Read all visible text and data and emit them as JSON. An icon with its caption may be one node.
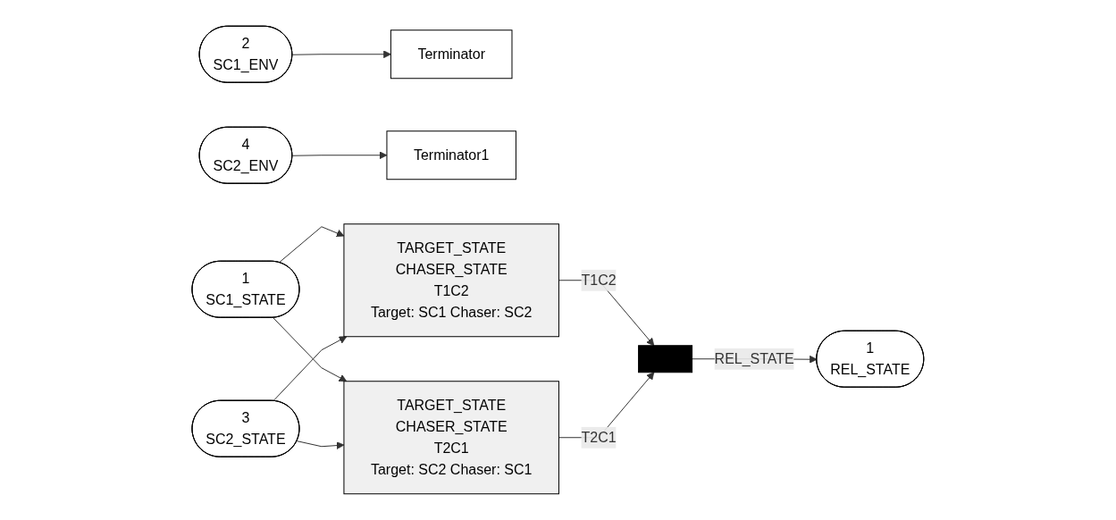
{
  "diagram": {
    "nodes": [
      {
        "text": [
          "1",
          "SC1_STATE"
        ]
      },
      {
        "text": [
          "3",
          "SC2_STATE"
        ]
      },
      {
        "text": [
          "2",
          "SC1_ENV"
        ]
      },
      {
        "text": [
          "4",
          "SC2_ENV"
        ]
      },
      {
        "text": [
          "Terminator"
        ]
      },
      {
        "text": [
          "Terminator1"
        ]
      },
      {
        "text": [
          "TARGET_STATE",
          "CHASER_STATE",
          "T1C2",
          "Target: SC1 Chaser: SC2"
        ]
      },
      {
        "text": [
          "TARGET_STATE",
          "CHASER_STATE",
          "T2C1",
          "Target: SC2 Chaser: SC1"
        ]
      },
      {
        "text": [],
        "shape": "bar"
      },
      {
        "text": [
          "1",
          "REL_STATE"
        ]
      }
    ],
    "edges": [
      {
        "from": 0,
        "to": 6,
        "arrow": "to"
      },
      {
        "from": 0,
        "to": 7,
        "arrow": "to"
      },
      {
        "from": 1,
        "to": 6,
        "arrow": "to"
      },
      {
        "from": 1,
        "to": 7,
        "arrow": "to"
      },
      {
        "from": 2,
        "to": 4,
        "arrow": "to"
      },
      {
        "from": 3,
        "to": 5,
        "arrow": "to"
      },
      {
        "from": 6,
        "to": 8,
        "label": "T1C2",
        "arrow": "to"
      },
      {
        "from": 7,
        "to": 8,
        "label": "T2C1",
        "arrow": "to"
      },
      {
        "from": 8,
        "to": 9,
        "label": "REL_STATE",
        "arrow": "to"
      }
    ]
  }
}
